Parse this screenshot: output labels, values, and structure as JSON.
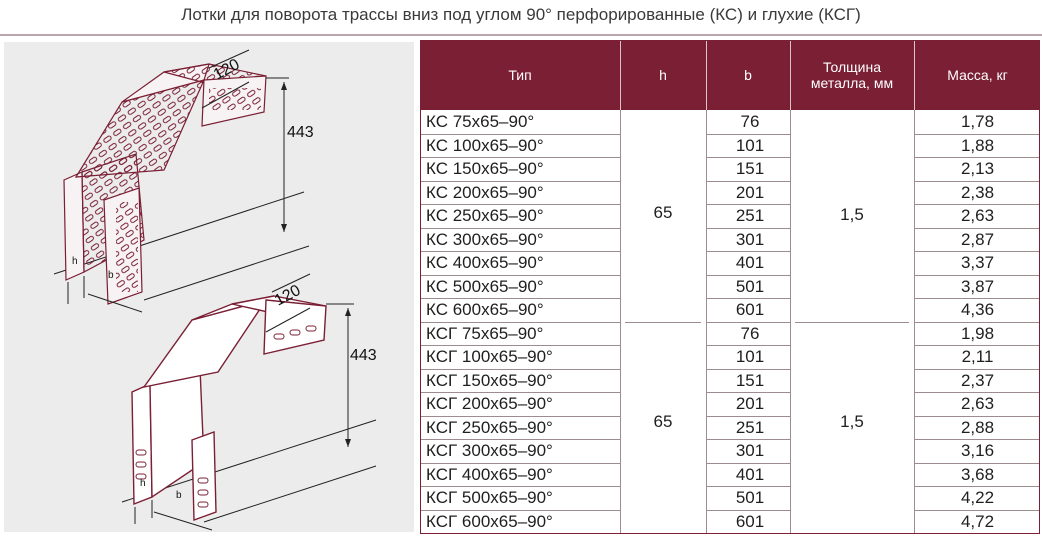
{
  "title": "Лотки для поворота трассы вниз под углом 90° перфорированные (КС) и глухие (КСГ)",
  "drawing": {
    "top_tray": {
      "width_dim": "120",
      "height_dim": "443",
      "h_label": "h",
      "b_label": "b"
    },
    "bottom_tray": {
      "width_dim": "120",
      "height_dim": "443",
      "h_label": "h",
      "b_label": "b"
    }
  },
  "table": {
    "headers": {
      "type": "Тип",
      "h": "h",
      "b": "b",
      "thickness": "Толщина металла, мм",
      "mass": "Масса, кг"
    },
    "groups": [
      {
        "h": "65",
        "thickness": "1,5",
        "rows": [
          {
            "type": "КС 75х65–90°",
            "b": "76",
            "mass": "1,78"
          },
          {
            "type": "КС 100х65–90°",
            "b": "101",
            "mass": "1,88"
          },
          {
            "type": "КС 150х65–90°",
            "b": "151",
            "mass": "2,13"
          },
          {
            "type": "КС 200х65–90°",
            "b": "201",
            "mass": "2,38"
          },
          {
            "type": "КС 250х65–90°",
            "b": "251",
            "mass": "2,63"
          },
          {
            "type": "КС 300х65–90°",
            "b": "301",
            "mass": "2,87"
          },
          {
            "type": "КС 400х65–90°",
            "b": "401",
            "mass": "3,37"
          },
          {
            "type": "КС 500х65–90°",
            "b": "501",
            "mass": "3,87"
          },
          {
            "type": "КС 600х65–90°",
            "b": "601",
            "mass": "4,36"
          }
        ]
      },
      {
        "h": "65",
        "thickness": "1,5",
        "rows": [
          {
            "type": "КСГ 75х65–90°",
            "b": "76",
            "mass": "1,98"
          },
          {
            "type": "КСГ 100х65–90°",
            "b": "101",
            "mass": "2,11"
          },
          {
            "type": "КСГ 150х65–90°",
            "b": "151",
            "mass": "2,37"
          },
          {
            "type": "КСГ 200х65–90°",
            "b": "201",
            "mass": "2,63"
          },
          {
            "type": "КСГ 250х65–90°",
            "b": "251",
            "mass": "2,88"
          },
          {
            "type": "КСГ 300х65–90°",
            "b": "301",
            "mass": "3,16"
          },
          {
            "type": "КСГ 400х65–90°",
            "b": "401",
            "mass": "3,68"
          },
          {
            "type": "КСГ 500х65–90°",
            "b": "501",
            "mass": "4,22"
          },
          {
            "type": "КСГ 600х65–90°",
            "b": "601",
            "mass": "4,72"
          }
        ]
      }
    ]
  },
  "colors": {
    "header_bg": "#7a1f34",
    "header_text": "#ffffff",
    "panel_bg": "#ececec",
    "outline": "#7a1f34"
  }
}
